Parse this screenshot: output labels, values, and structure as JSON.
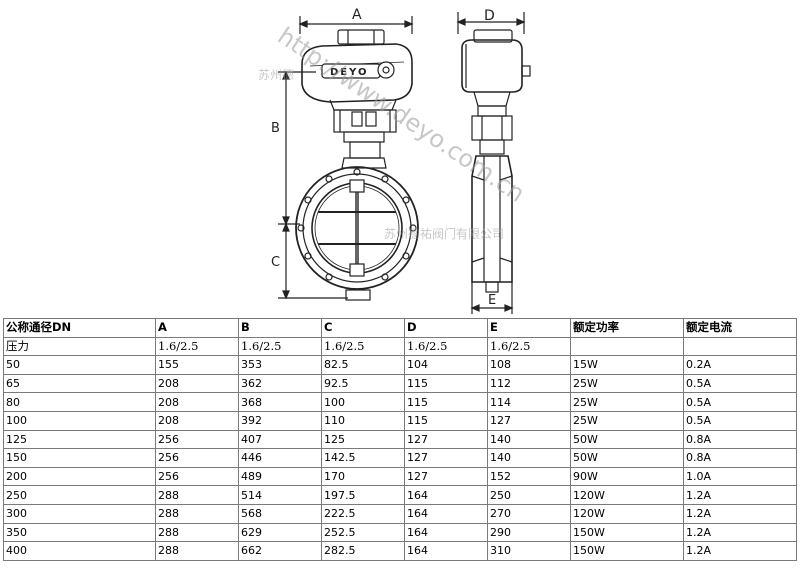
{
  "drawing": {
    "dim_labels": {
      "A": "A",
      "B": "B",
      "C": "C",
      "D": "D",
      "E": "E"
    },
    "brand_plate": "DEYO",
    "watermark_url": "http://www.deyo.com.cn",
    "watermark_company_1": "苏州德",
    "watermark_company_2": "苏州德祐阀门有限公司"
  },
  "table": {
    "header": [
      "公称通径DN",
      "A",
      "B",
      "C",
      "D",
      "E",
      "额定功率",
      "额定电流"
    ],
    "pressure_row": [
      "压力",
      "1.6/2.5",
      "1.6/2.5",
      "1.6/2.5",
      "1.6/2.5",
      "1.6/2.5",
      "",
      ""
    ],
    "rows": [
      [
        "50",
        "155",
        "353",
        "82.5",
        "104",
        "108",
        "15W",
        "0.2A"
      ],
      [
        "65",
        "208",
        "362",
        "92.5",
        "115",
        "112",
        "25W",
        "0.5A"
      ],
      [
        "80",
        "208",
        "368",
        "100",
        "115",
        "114",
        "25W",
        "0.5A"
      ],
      [
        "100",
        "208",
        "392",
        "110",
        "115",
        "127",
        "25W",
        "0.5A"
      ],
      [
        "125",
        "256",
        "407",
        "125",
        "127",
        "140",
        "50W",
        "0.8A"
      ],
      [
        "150",
        "256",
        "446",
        "142.5",
        "127",
        "140",
        "50W",
        "0.8A"
      ],
      [
        "200",
        "256",
        "489",
        "170",
        "127",
        "152",
        "90W",
        "1.0A"
      ],
      [
        "250",
        "288",
        "514",
        "197.5",
        "164",
        "250",
        "120W",
        "1.2A"
      ],
      [
        "300",
        "288",
        "568",
        "222.5",
        "164",
        "270",
        "120W",
        "1.2A"
      ],
      [
        "350",
        "288",
        "629",
        "252.5",
        "164",
        "290",
        "150W",
        "1.2A"
      ],
      [
        "400",
        "288",
        "662",
        "282.5",
        "164",
        "310",
        "150W",
        "1.2A"
      ]
    ]
  }
}
